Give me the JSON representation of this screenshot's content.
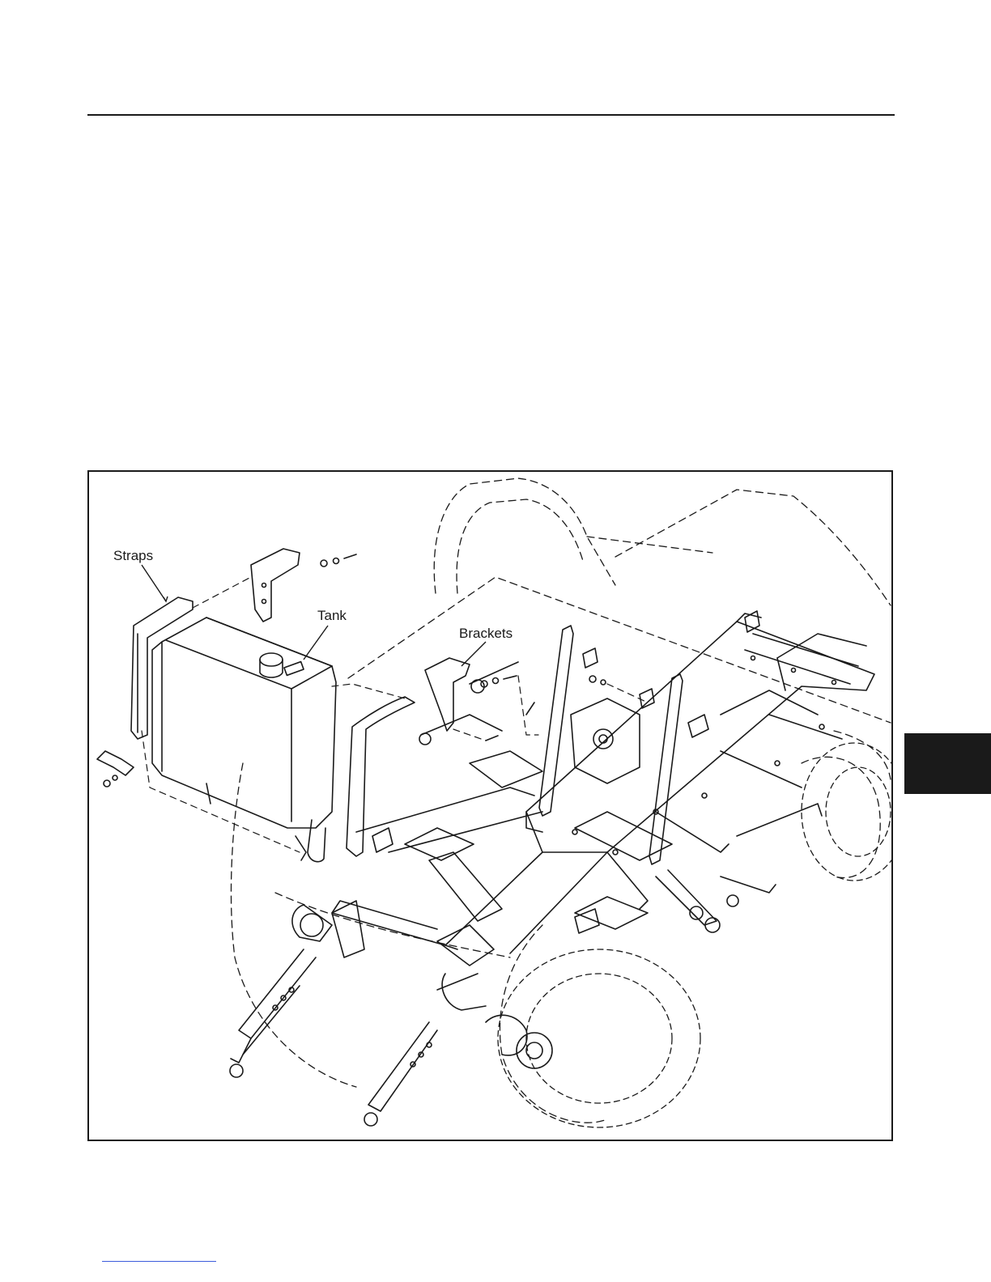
{
  "figure": {
    "callouts": {
      "straps": "Straps",
      "tank": "Tank",
      "brackets": "Brackets"
    }
  },
  "colors": {
    "ink": "#1a1a1a",
    "paper": "#ffffff",
    "link": "#3b5bdb"
  }
}
